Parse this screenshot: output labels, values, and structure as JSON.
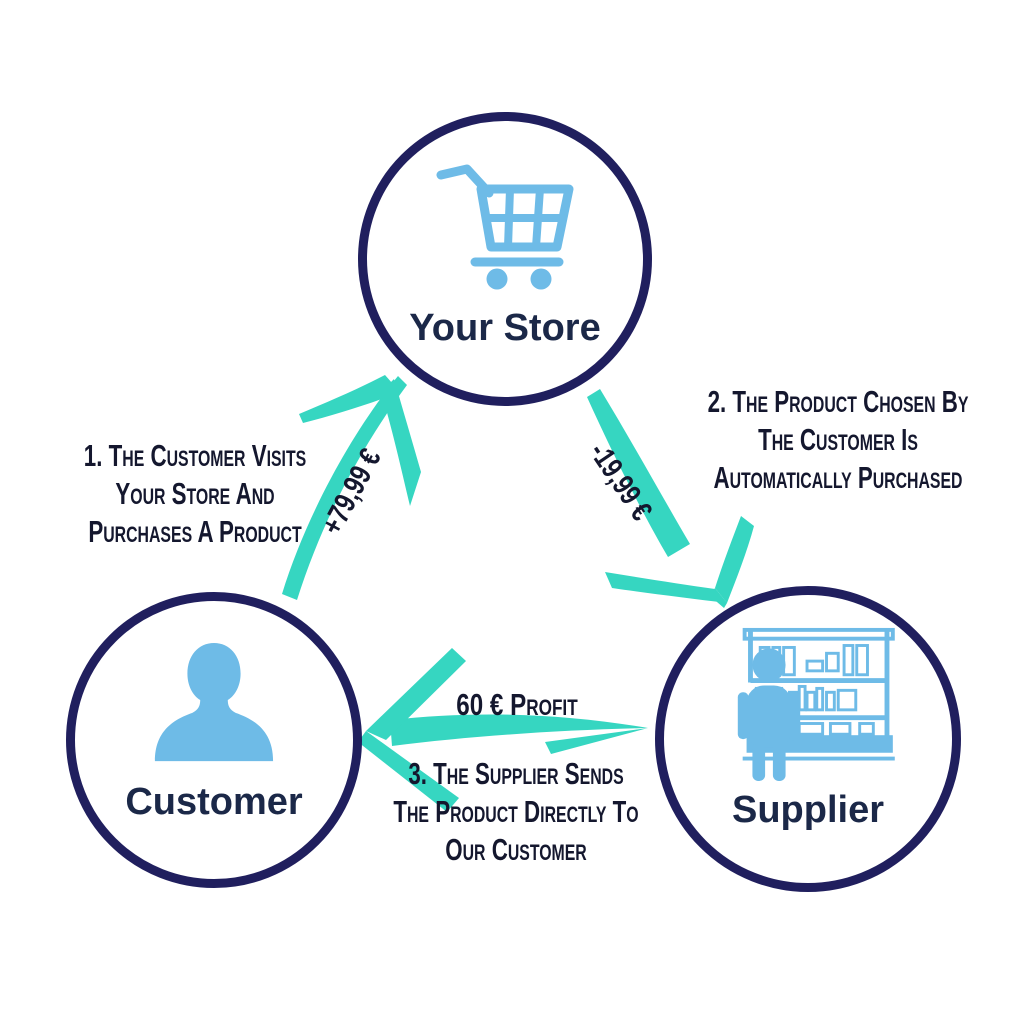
{
  "diagram": {
    "type": "dropshipping-cycle",
    "nodes": [
      {
        "id": "store",
        "label": "Your Store",
        "icon": "shopping-cart-icon"
      },
      {
        "id": "customer",
        "label": "Customer",
        "icon": "person-icon"
      },
      {
        "id": "supplier",
        "label": "Supplier",
        "icon": "supplier-shelf-icon"
      }
    ],
    "steps": [
      {
        "lines": [
          "1. The Customer Visits",
          "Your Store And",
          "Purchases A Product"
        ]
      },
      {
        "lines": [
          "2. The Product Chosen By",
          "The Customer Is",
          "Automatically Purchased"
        ]
      },
      {
        "lines": [
          "3. The Supplier Sends",
          "The Product Directly To",
          "Our Customer"
        ]
      }
    ],
    "arrows": [
      {
        "name": "customer-to-store",
        "amount": "+79,99 €"
      },
      {
        "name": "store-to-supplier",
        "amount": "-19,99 €"
      },
      {
        "name": "supplier-to-customer",
        "amount": "60 € Profit"
      }
    ],
    "colors": {
      "arrow_teal": "#36d6c1",
      "icon_blue": "#6ebbe7",
      "circle_border_navy": "#201f5e",
      "node_label_navy": "#1b2848",
      "step_text_navy": "#14172e"
    }
  }
}
